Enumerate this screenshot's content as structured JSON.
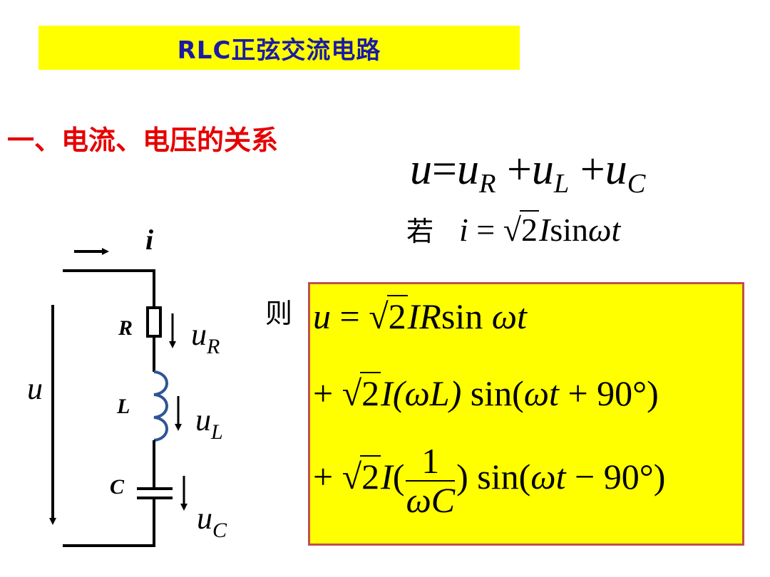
{
  "title": "RLC正弦交流电路",
  "section_heading": "一、电流、电压的关系",
  "total_voltage": {
    "lhs": "u",
    "eq": "=",
    "t1": "u",
    "s1": "R",
    "plus1": "+",
    "t2": "u",
    "s2": "L",
    "plus2": "+",
    "t3": "u",
    "s3": "C"
  },
  "condition": {
    "word": "若",
    "lhs": "i",
    "eq": "=",
    "rad": "2",
    "rest_italic": "I",
    "sin": "sin",
    "wt": "ωt"
  },
  "then_word": "则",
  "result": {
    "row1": {
      "lhs": "u",
      "eq": "=",
      "rad": "2",
      "rest": "IR",
      "sin": "sin",
      "wt": "ωt"
    },
    "row2": {
      "plus": "+",
      "rad": "2",
      "I": "I",
      "paren": "(ωL)",
      "sin": "sin(",
      "wt": "ωt",
      "op": "+",
      "angle": "90°",
      "close": ")"
    },
    "row3": {
      "plus": "+",
      "rad": "2",
      "I": "I",
      "open": "(",
      "num": "1",
      "den": "ωC",
      "close1": ")",
      "sin": "sin(",
      "wt": "ωt",
      "op": "−",
      "angle": "90°",
      "close": ")"
    }
  },
  "circuit": {
    "current_label": "i",
    "source_voltage": "u",
    "R_label": "R",
    "L_label": "L",
    "C_label": "C",
    "uR": {
      "base": "u",
      "sub": "R"
    },
    "uL": {
      "base": "u",
      "sub": "L"
    },
    "uC": {
      "base": "u",
      "sub": "C"
    },
    "wire_color": "#000000",
    "inductor_color": "#2f5597"
  },
  "colors": {
    "title_bg": "#ffff00",
    "title_text": "#1a1aa6",
    "heading": "#e60000",
    "box_border": "#c0504d"
  }
}
